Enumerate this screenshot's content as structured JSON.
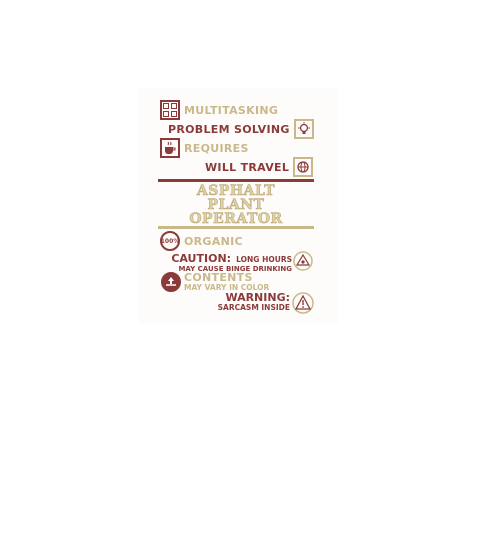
{
  "lines": {
    "multitasking": "MULTITASKING",
    "problem_solving": "PROBLEM SOLVING",
    "requires": "REQUIRES",
    "will_travel": "WILL TRAVEL",
    "title_1": "ASPHALT",
    "title_2": "PLANT",
    "title_3": "OPERATOR",
    "badge_100": "100%",
    "organic": "ORGANIC",
    "caution": "CAUTION:",
    "long_hours": "LONG HOURS",
    "binge": "MAY CAUSE BINGE DRINKING",
    "contents": "CONTENTS",
    "vary": "MAY VARY IN COLOR",
    "warning": "WARNING:",
    "sarcasm": "SARCASM INSIDE"
  },
  "icons": [
    "window-grid-icon",
    "lightbulb-icon",
    "coffee-cup-icon",
    "globe-icon",
    "100-percent-badge-icon",
    "eye-triangle-icon",
    "recycle-icon",
    "warning-triangle-icon"
  ],
  "colors": {
    "maroon": "#8b3a3a",
    "tan": "#c9b98a"
  }
}
